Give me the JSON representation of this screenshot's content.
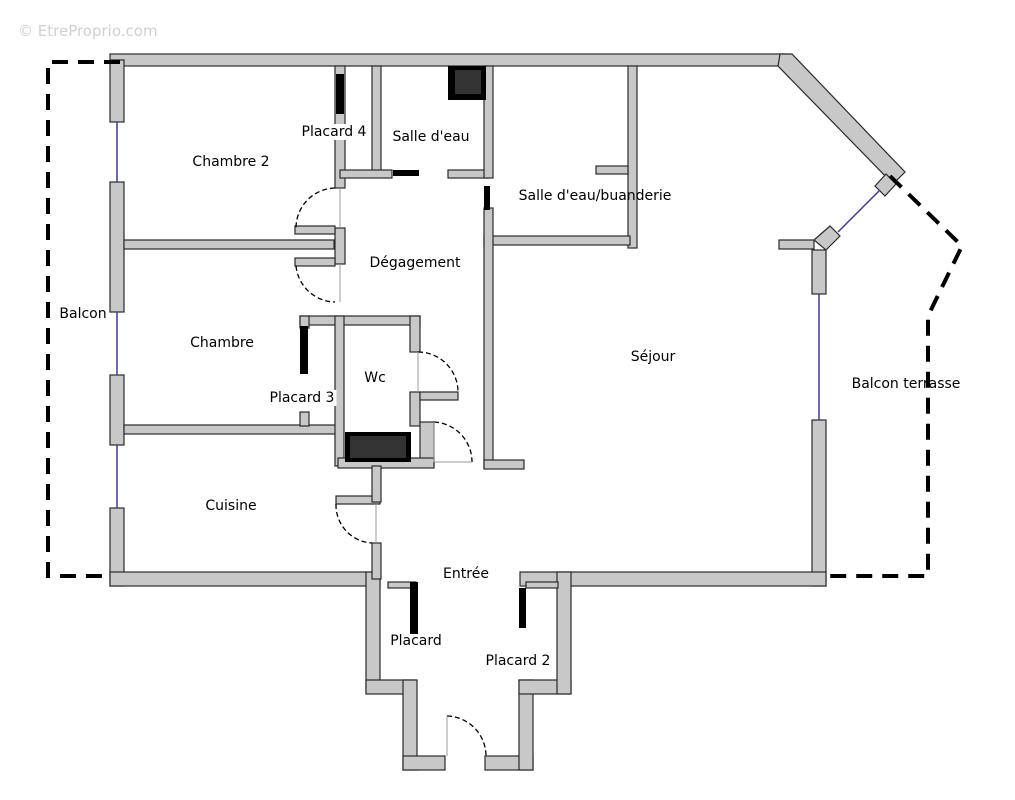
{
  "watermark": "© EtreProprio.com",
  "colors": {
    "wall_fill": "#c8c8c8",
    "wall_stroke": "#2a2a2a",
    "closet": "#000000",
    "window": "#3b3b9a",
    "background": "#ffffff"
  },
  "rooms": {
    "chambre2": "Chambre 2",
    "placard4": "Placard 4",
    "salle_eau": "Salle d'eau",
    "salle_eau_buanderie": "Salle d'eau/buanderie",
    "degagement": "Dégagement",
    "chambre": "Chambre",
    "wc": "Wc",
    "placard3": "Placard 3",
    "sejour": "Séjour",
    "balcon": "Balcon",
    "balcon_terrasse": "Balcon terrasse",
    "cuisine": "Cuisine",
    "entree": "Entrée",
    "placard": "Placard",
    "placard2": "Placard 2"
  }
}
